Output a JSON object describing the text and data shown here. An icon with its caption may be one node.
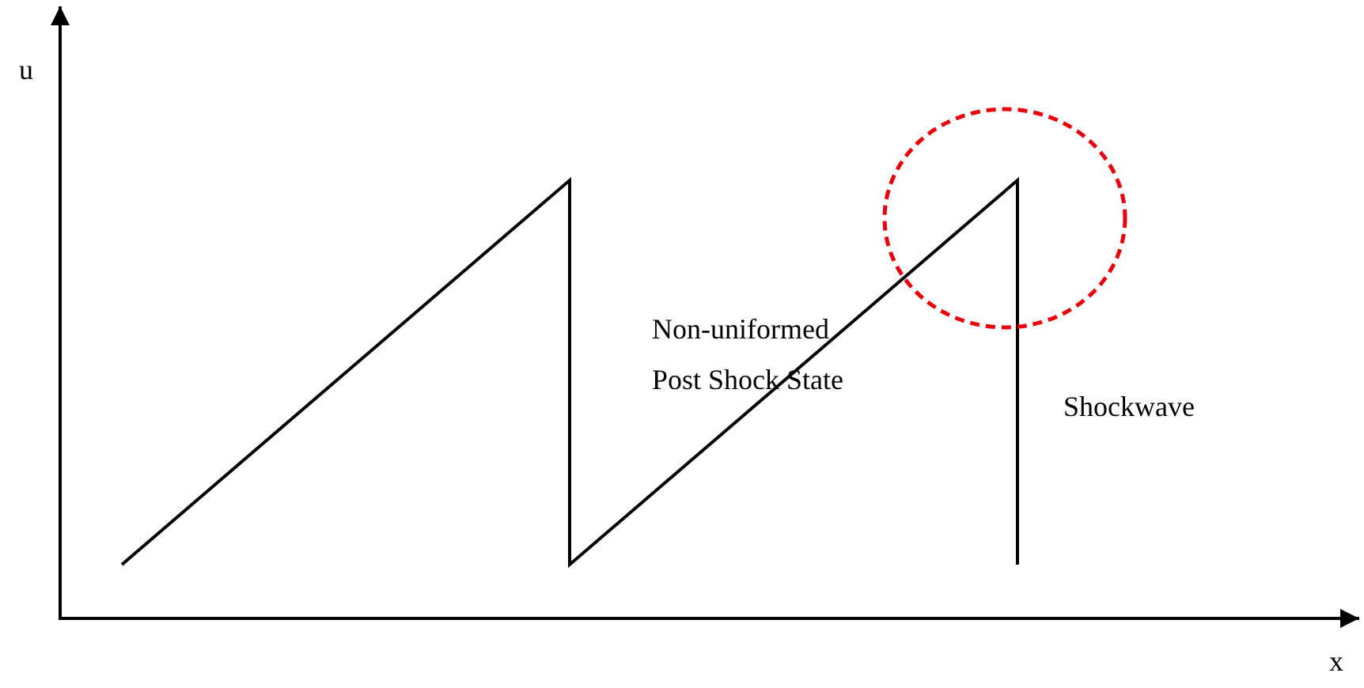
{
  "diagram": {
    "labels": [
      "u",
      "x",
      "Non-uniformed Post Shock State",
      "Shockwave"
    ]
  }
}
